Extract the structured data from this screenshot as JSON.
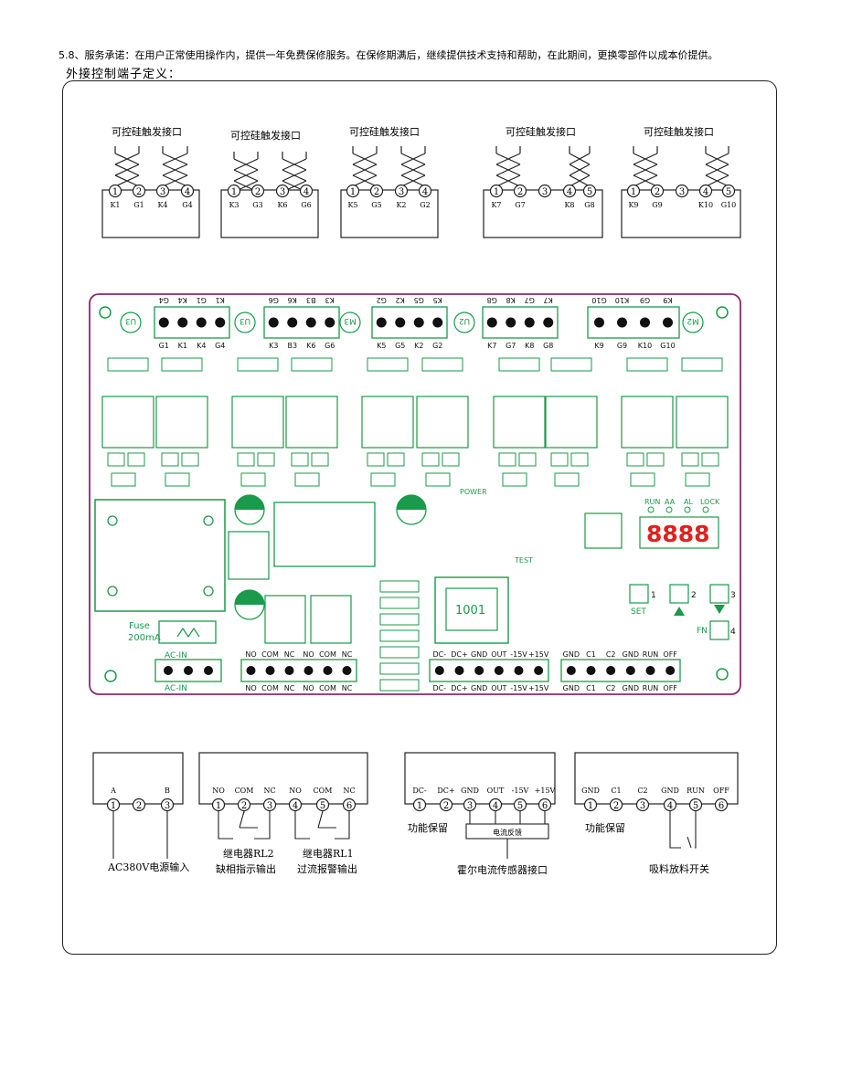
{
  "header": {
    "service_note": "5.8、服务承诺：在用户正常使用操作内，提供一年免费保修服务。在保修期满后，继续提供技术支持和帮助，在此期间，更换零部件以成本价提供。",
    "section_title": "外接控制端子定义："
  },
  "scr_ports": [
    {
      "title": "可控硅触发接口",
      "pins": [
        "1",
        "2",
        "3",
        "4"
      ],
      "labels": [
        "K1",
        "G1",
        "K4",
        "G4"
      ]
    },
    {
      "title": "可控硅触发接口",
      "pins": [
        "1",
        "2",
        "3",
        "4"
      ],
      "labels": [
        "K3",
        "G3",
        "K6",
        "G6"
      ]
    },
    {
      "title": "可控硅触发接口",
      "pins": [
        "1",
        "2",
        "3",
        "4"
      ],
      "labels": [
        "K5",
        "G5",
        "K2",
        "G2"
      ]
    },
    {
      "title": "可控硅触发接口",
      "pins": [
        "1",
        "2",
        "3",
        "4",
        "5"
      ],
      "labels": [
        "K7",
        "G7",
        "",
        "K8",
        "G8"
      ]
    },
    {
      "title": "可控硅触发接口",
      "pins": [
        "1",
        "2",
        "3",
        "4",
        "5"
      ],
      "labels": [
        "K9",
        "G9",
        "",
        "K10",
        "G10"
      ]
    }
  ],
  "pcb": {
    "u_labels": [
      "U3",
      "U3",
      "M3",
      "U2",
      "M2"
    ],
    "top_connectors": [
      {
        "top": [
          "G4",
          "K4",
          "G1",
          "K1"
        ],
        "bottom": [
          "G1",
          "K1",
          "K4",
          "G4"
        ]
      },
      {
        "top": [
          "G6",
          "K6",
          "B3",
          "K3"
        ],
        "bottom": [
          "K3",
          "B3",
          "K6",
          "G6"
        ]
      },
      {
        "top": [
          "G2",
          "K2",
          "G5",
          "K5"
        ],
        "bottom": [
          "K5",
          "G5",
          "K2",
          "G2"
        ]
      },
      {
        "top": [
          "G8",
          "K8",
          "G7",
          "K7"
        ],
        "bottom": [
          "K7",
          "G7",
          "K8",
          "G8"
        ]
      },
      {
        "top": [
          "G10",
          "K10",
          "G9",
          "K9"
        ],
        "bottom": [
          "K9",
          "G9",
          "K10",
          "G10"
        ]
      }
    ],
    "display": "8888",
    "display_leds": [
      "RUN",
      "AA",
      "AL",
      "LOCK"
    ],
    "transformer_label": "1001",
    "fuse_label": "Fuse",
    "fuse_rating": "200mA",
    "power_label": "POWER",
    "test_label": "TEST",
    "set_label": "SET",
    "fn_label": "FN",
    "key_numbers": [
      "1",
      "2",
      "3",
      "4"
    ],
    "acin_label": "AC-IN",
    "relay_pins": [
      "NO",
      "COM",
      "NC",
      "NO",
      "COM",
      "NC"
    ],
    "sensor_pins_top": [
      "DC-",
      "DC+",
      "GND",
      "OUT",
      "-15V",
      "+15V"
    ],
    "sensor_pins_bottom": [
      "DC-",
      "DC+",
      "GND",
      "OUT",
      "-15V",
      "+15V"
    ],
    "ctrl_pins_top": [
      "GND",
      "C1",
      "C2",
      "GND",
      "RUN",
      "OFF"
    ],
    "ctrl_pins_bottom": [
      "GND",
      "C1",
      "C2",
      "GND",
      "RUN",
      "OFF"
    ]
  },
  "bottom_terminals": {
    "power": {
      "labels": [
        "A",
        "",
        "B"
      ],
      "pins": [
        "1",
        "2",
        "3"
      ],
      "caption": "AC380V电源输入"
    },
    "relay": {
      "labels": [
        "NO",
        "COM",
        "NC",
        "NO",
        "COM",
        "NC"
      ],
      "pins": [
        "1",
        "2",
        "3",
        "4",
        "5",
        "6"
      ],
      "caption1_line1": "继电器RL2",
      "caption1_line2": "缺相指示输出",
      "caption2_line1": "继电器RL1",
      "caption2_line2": "过流报警输出"
    },
    "sensor": {
      "labels": [
        "DC-",
        "DC+",
        "GND",
        "OUT",
        "-15V",
        "+15V"
      ],
      "pins": [
        "1",
        "2",
        "3",
        "4",
        "5",
        "6"
      ],
      "reserved": "功能保留",
      "feedback": "电流反馈",
      "caption": "霍尔电流传感器接口"
    },
    "control": {
      "labels": [
        "GND",
        "C1",
        "C2",
        "GND",
        "RUN",
        "OFF"
      ],
      "pins": [
        "1",
        "2",
        "3",
        "4",
        "5",
        "6"
      ],
      "reserved": "功能保留",
      "caption": "吸料放料开关"
    }
  },
  "colors": {
    "pcb": "#1a9a4a",
    "board_outline": "#8a2a6a",
    "display": "#e02020",
    "line": "#222222"
  }
}
